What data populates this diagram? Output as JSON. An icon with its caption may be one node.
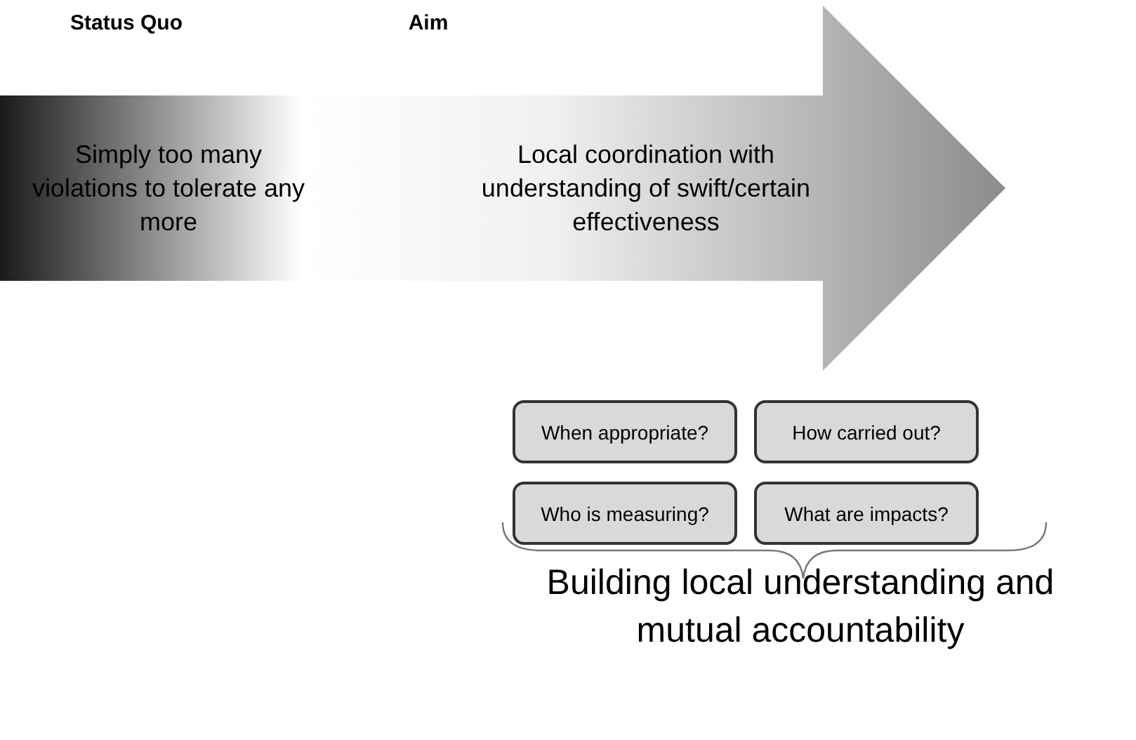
{
  "diagram": {
    "nodes": [
      {
        "text": [
          "Simply too many violations to tolerate any more",
          "Local coordination with understanding of swift/certain effectiveness"
        ]
      },
      {
        "text": [
          "When appropriate?"
        ]
      },
      {
        "text": [
          "How carried out?"
        ]
      },
      {
        "text": [
          "Who is measuring?"
        ]
      },
      {
        "text": [
          "What are impacts?"
        ]
      }
    ],
    "edges": [],
    "labels": [
      "Status Quo",
      "Aim",
      "Building local understanding and mutual accountability"
    ]
  }
}
